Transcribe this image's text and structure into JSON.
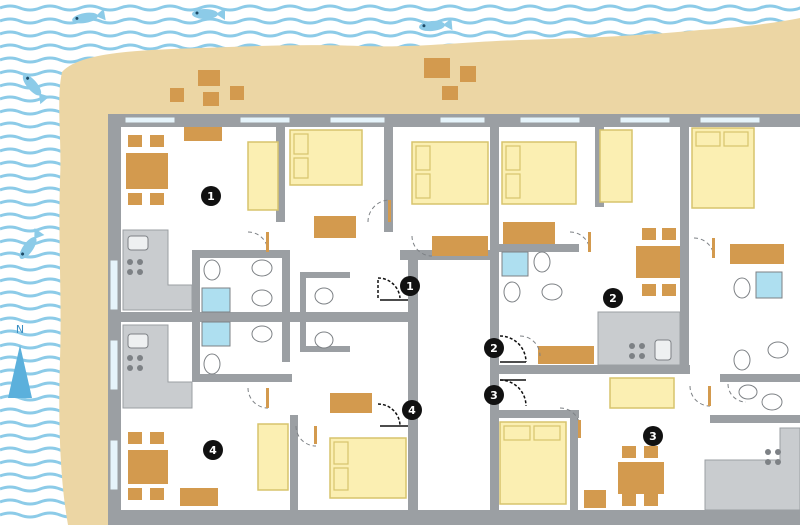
{
  "compass": {
    "label": "N"
  },
  "apartments": [
    {
      "id": "ap1",
      "label": "1"
    },
    {
      "id": "ap2",
      "label": "2"
    },
    {
      "id": "ap3",
      "label": "3"
    },
    {
      "id": "ap4",
      "label": "4"
    }
  ],
  "entrances": [
    {
      "id": "en1",
      "label": "1"
    },
    {
      "id": "en2",
      "label": "2"
    },
    {
      "id": "en3",
      "label": "3"
    },
    {
      "id": "en4",
      "label": "4"
    }
  ],
  "colors": {
    "sea": "#ffffff",
    "wave": "#8ccbe8",
    "sand": "#ecd6a4",
    "wall": "#9b9fa3",
    "wood": "#d39a4e",
    "bed": "#fbefb2",
    "bedline": "#d7c46c",
    "fixture": "#c9cccf",
    "water": "#aedff0",
    "marker": "#111111"
  }
}
